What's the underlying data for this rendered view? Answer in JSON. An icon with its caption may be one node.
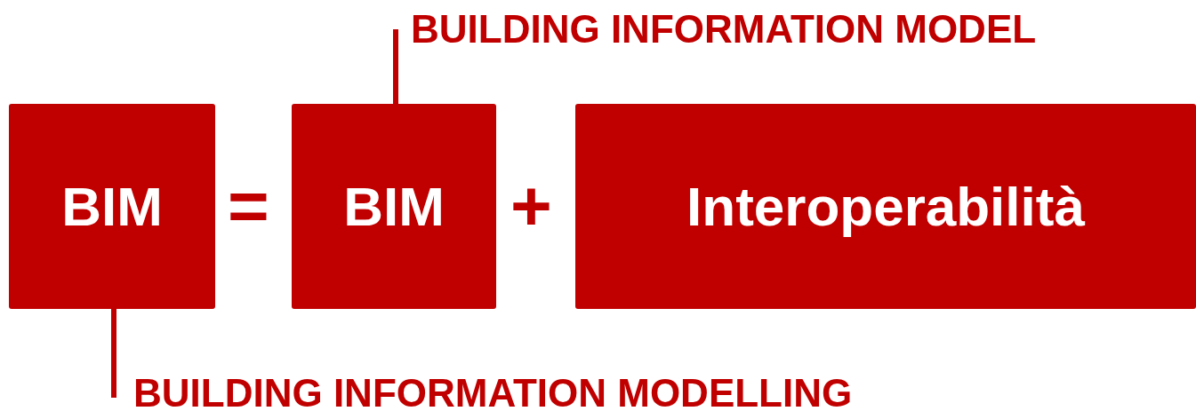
{
  "diagram": {
    "nodes": [
      {
        "text": [
          "BIM"
        ]
      },
      {
        "text": [
          "BIM"
        ]
      },
      {
        "text": [
          "Interoperabilità"
        ]
      },
      {
        "text": [
          "BUILDING INFORMATION MODEL"
        ]
      },
      {
        "text": [
          "BUILDING INFORMATION MODELLING"
        ]
      }
    ],
    "edges": [
      {
        "from": 3,
        "to": 1,
        "arrow": "none"
      },
      {
        "from": 4,
        "to": 0,
        "arrow": "none"
      }
    ],
    "labels": [
      "=",
      "+"
    ]
  }
}
